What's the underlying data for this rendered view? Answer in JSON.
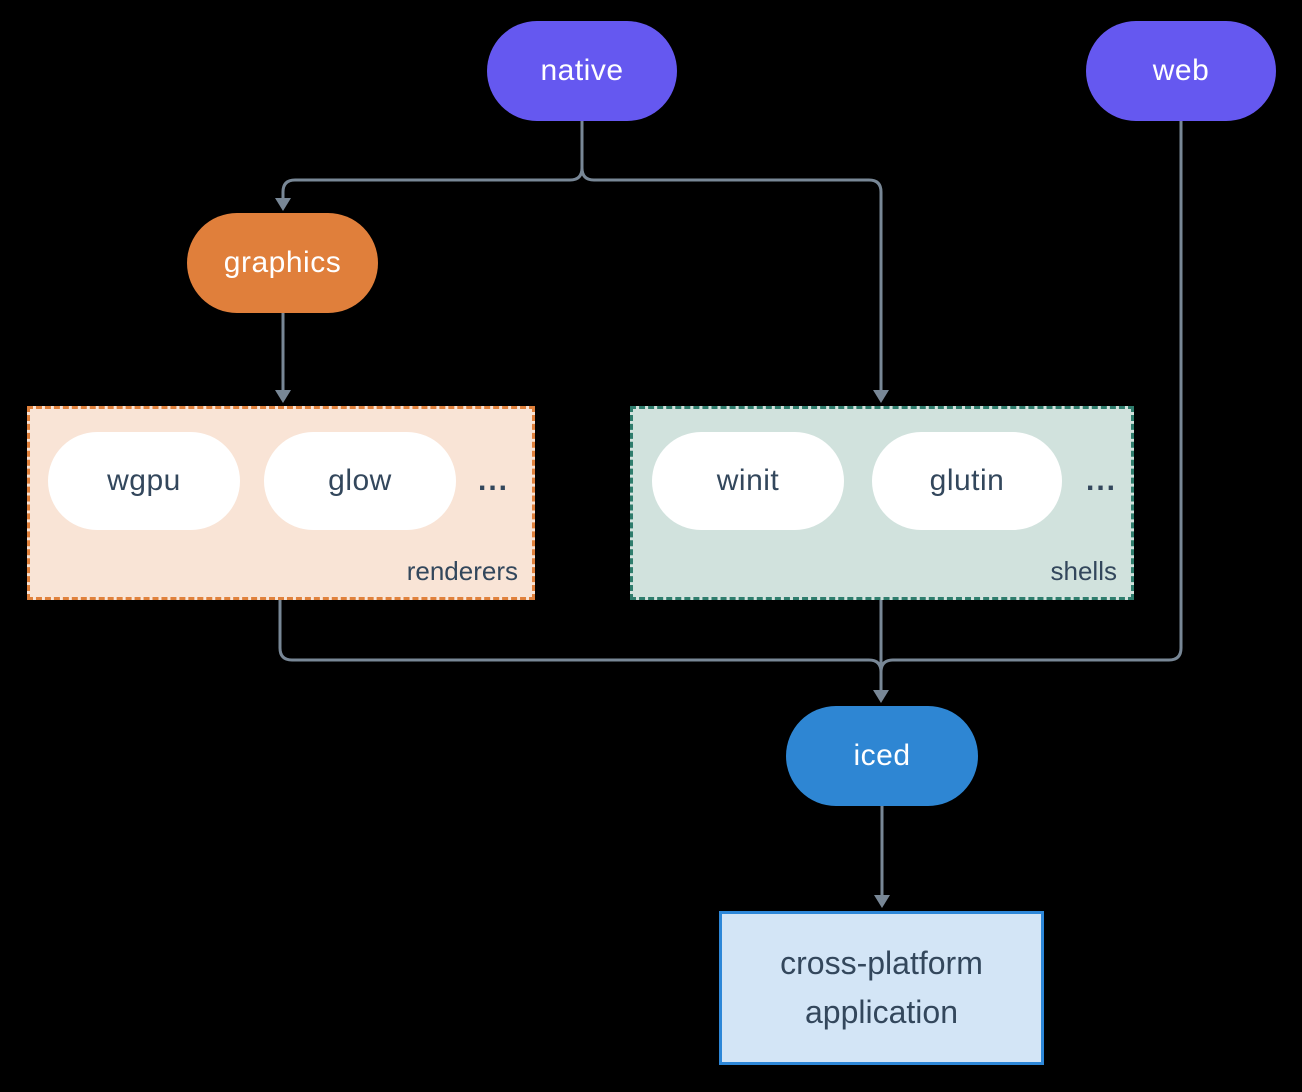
{
  "diagram": {
    "nodes": {
      "native": "native",
      "web": "web",
      "graphics": "graphics",
      "iced": "iced"
    },
    "groups": {
      "renderers": {
        "label": "renderers",
        "items": [
          "wgpu",
          "glow"
        ],
        "ellipsis": "..."
      },
      "shells": {
        "label": "shells",
        "items": [
          "winit",
          "glutin"
        ],
        "ellipsis": "..."
      }
    },
    "app": {
      "line1": "cross-platform",
      "line2": "application"
    },
    "edges": [
      {
        "from": "native",
        "to": "graphics"
      },
      {
        "from": "native",
        "to": "shells"
      },
      {
        "from": "graphics",
        "to": "renderers"
      },
      {
        "from": "renderers",
        "to": "iced"
      },
      {
        "from": "shells",
        "to": "iced"
      },
      {
        "from": "web",
        "to": "iced"
      },
      {
        "from": "iced",
        "to": "cross-platform application"
      }
    ]
  },
  "colors": {
    "node_purple": "#6558F0",
    "node_orange": "#E07F3B",
    "node_blue": "#2E86D3",
    "connector": "#788796",
    "text_dark": "#33475C",
    "text_light": "#FFFFFF",
    "renderers_bg": "#F9E4D6",
    "renderers_border": "#E0813C",
    "shells_bg": "#D1E2DD",
    "shells_border": "#2F7D6D",
    "app_bg": "#D3E5F6",
    "app_border": "#2D87D8",
    "canvas_bg": "#000000"
  }
}
